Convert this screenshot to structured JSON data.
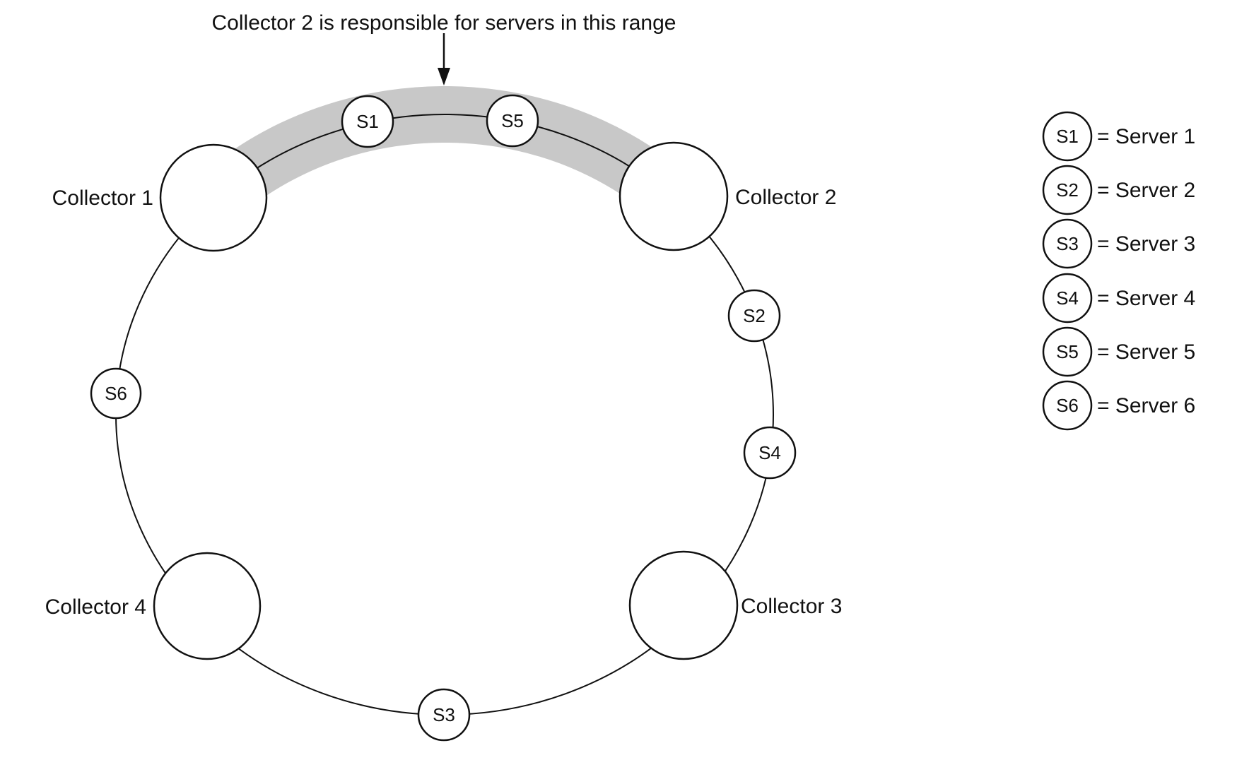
{
  "annotation": {
    "text": "Collector 2 is responsible for servers in this range"
  },
  "diagram": {
    "type": "consistent-hashing-ring",
    "collectors": [
      {
        "id": "collector-1",
        "label": "Collector 1"
      },
      {
        "id": "collector-2",
        "label": "Collector 2"
      },
      {
        "id": "collector-3",
        "label": "Collector 3"
      },
      {
        "id": "collector-4",
        "label": "Collector 4"
      }
    ],
    "servers": [
      {
        "id": "s1",
        "label": "S1"
      },
      {
        "id": "s2",
        "label": "S2"
      },
      {
        "id": "s3",
        "label": "S3"
      },
      {
        "id": "s4",
        "label": "S4"
      },
      {
        "id": "s5",
        "label": "S5"
      },
      {
        "id": "s6",
        "label": "S6"
      }
    ],
    "highlighted_range": {
      "owner": "Collector 2",
      "from": "Collector 1",
      "to": "Collector 2",
      "servers_in_range": [
        "S1",
        "S5"
      ]
    }
  },
  "legend": {
    "items": [
      {
        "symbol": "S1",
        "label": "= Server 1"
      },
      {
        "symbol": "S2",
        "label": "= Server 2"
      },
      {
        "symbol": "S3",
        "label": "= Server 3"
      },
      {
        "symbol": "S4",
        "label": "= Server 4"
      },
      {
        "symbol": "S5",
        "label": "= Server 5"
      },
      {
        "symbol": "S6",
        "label": "= Server 6"
      }
    ]
  },
  "colors": {
    "highlight_band": "#c8c8c8",
    "stroke": "#111111",
    "node_fill": "#ffffff"
  }
}
